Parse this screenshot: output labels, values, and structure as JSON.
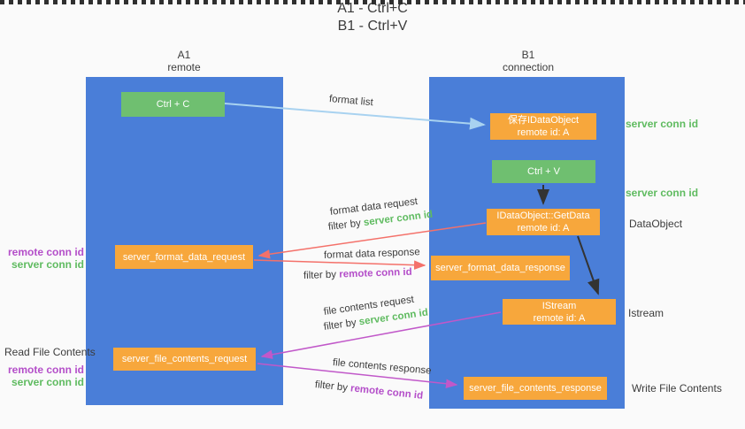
{
  "title": {
    "line1": "A1 - Ctrl+C",
    "line2": "B1 - Ctrl+V"
  },
  "lanes": {
    "left": {
      "name": "A1",
      "role": "remote"
    },
    "right": {
      "name": "B1",
      "role": "connection"
    }
  },
  "nodes": {
    "ctrl_c": {
      "label": "Ctrl + C"
    },
    "ctrl_v": {
      "label": "Ctrl + V"
    },
    "save_dataobject": {
      "line1": "保存IDataObject",
      "line2": "remote id: A"
    },
    "getdata": {
      "line1": "IDataObject::GetData",
      "line2": "remote id: A"
    },
    "istream": {
      "line1": "IStream",
      "line2": "remote id: A"
    },
    "format_request": {
      "label": "server_format_data_request"
    },
    "format_response": {
      "label": "server_format_data_response"
    },
    "file_request": {
      "label": "server_file_contents_request"
    },
    "file_response": {
      "label": "server_file_contents_response"
    }
  },
  "arrows": {
    "format_list": {
      "label": "format list"
    },
    "format_data_request": {
      "label": "format data request",
      "filter_prefix": "filter by",
      "filter_key": "server conn id"
    },
    "format_data_response": {
      "label": "format data response",
      "filter_prefix": "filter by",
      "filter_key": "remote conn id"
    },
    "file_contents_request": {
      "label": "file contents request",
      "filter_prefix": "filter by",
      "filter_key": "server conn id"
    },
    "file_contents_response": {
      "label": "file contents response",
      "filter_prefix": "filter by",
      "filter_key": "remote conn id"
    }
  },
  "side_labels": {
    "server_conn_id_top": "server conn id",
    "server_conn_id_mid": "server conn id",
    "dataobject": "DataObject",
    "istream": "Istream",
    "write_file": "Write File Contents",
    "read_file": "Read File Contents",
    "left_mid": {
      "remote": "remote conn id",
      "server": "server conn id"
    },
    "left_bottom": {
      "remote": "remote conn id",
      "server": "server conn id"
    }
  },
  "colors": {
    "lane_blue": "#4a7ed8",
    "box_green": "#6fbf70",
    "box_orange": "#f7a73c",
    "arrow_lightblue": "#a8d2f0",
    "arrow_red": "#f4716a",
    "arrow_magenta": "#c158c9",
    "arrow_black": "#333333",
    "text_green": "#5fbb60",
    "text_purple": "#b44ec9",
    "dotted_line": "#2f2f2f"
  }
}
